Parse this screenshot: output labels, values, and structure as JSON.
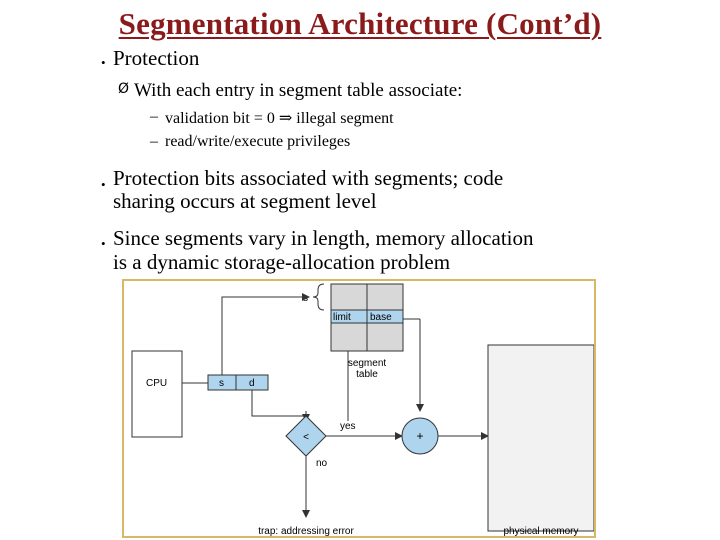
{
  "title": "Segmentation Architecture (Cont’d)",
  "bullets": {
    "protection": "Protection",
    "with_each_entry": "With each entry in segment table associate:",
    "validation_bit": "validation bit = 0 ⇒ illegal segment",
    "privileges": "read/write/execute privileges",
    "protection_bits_line1": "Protection bits associated with segments; code",
    "protection_bits_line2": "sharing occurs at segment level",
    "segments_vary_line1": "Since segments vary in length, memory allocation",
    "segments_vary_line2": "is a dynamic storage-allocation problem"
  },
  "markers": {
    "bullet": "•",
    "arrow": "Ø",
    "dash": "–"
  },
  "diagram": {
    "s_label": "s",
    "limit": "limit",
    "base": "base",
    "segment_table_line1": "segment",
    "segment_table_line2": "table",
    "cpu": "CPU",
    "s": "s",
    "d": "d",
    "less_than": "<",
    "plus": "+",
    "yes": "yes",
    "no": "no",
    "trap": "trap: addressing error",
    "physical_memory": "physical memory"
  },
  "colors": {
    "title": "#8b1a1a",
    "frame": "#d8b868",
    "table_fill": "#d8d8d8",
    "table_row_fill": "#aed4ee",
    "comparator_fill": "#aed4ee",
    "memory_fill": "#f2f2f2",
    "arrow_color": "#333333"
  }
}
